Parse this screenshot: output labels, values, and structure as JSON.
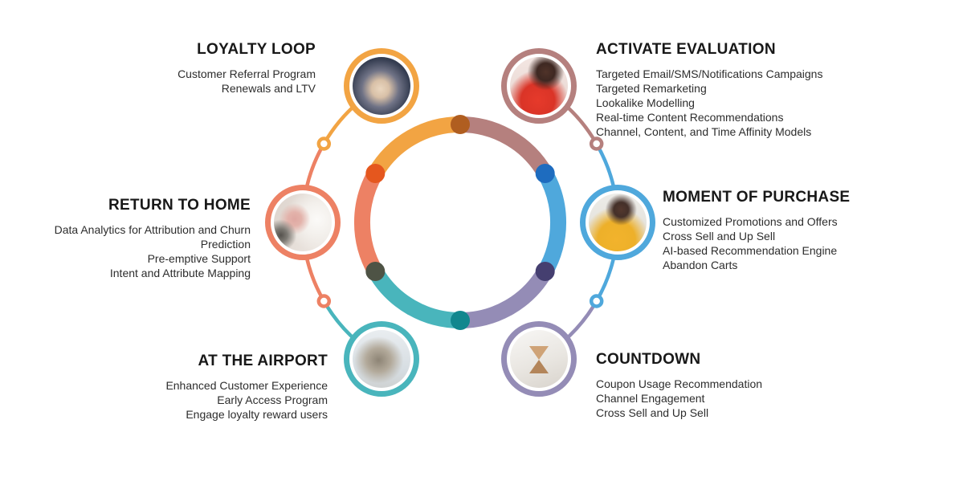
{
  "colors": {
    "orange": "#F2A443",
    "rose": "#B5807E",
    "blue": "#4FA8DC",
    "purple": "#948CB6",
    "teal": "#49B5BC",
    "salmon": "#ED8164",
    "dot_rust": "#B05E20",
    "dot_blue": "#1E6CBF",
    "dot_indigo": "#453F70",
    "dot_dark_teal": "#11878E",
    "dot_olive": "#4E5345",
    "dot_orange_red": "#E5571E"
  },
  "stages": [
    {
      "title": "LOYALTY LOOP",
      "color": "#F2A443",
      "photo": "handshake-photo",
      "items": [
        "Customer Referral Program",
        "Renewals and LTV"
      ]
    },
    {
      "title": "ACTIVATE EVALUATION",
      "color": "#B5807E",
      "photo": "woman-at-laptop-photo",
      "items": [
        "Targeted Email/SMS/Notifications Campaigns",
        "Targeted Remarketing",
        "Lookalike Modelling",
        "Real-time Content Recommendations",
        "Channel, Content, and Time Affinity Models"
      ]
    },
    {
      "title": "MOMENT OF PURCHASE",
      "color": "#4FA8DC",
      "photo": "woman-shopping-photo",
      "items": [
        "Customized Promotions and Offers",
        "Cross Sell and Up Sell",
        "AI-based Recommendation Engine",
        "Abandon Carts"
      ]
    },
    {
      "title": "COUNTDOWN",
      "color": "#948CB6",
      "photo": "hourglass-photo",
      "items": [
        "Coupon Usage Recommendation",
        "Channel Engagement",
        "Cross Sell and Up Sell"
      ]
    },
    {
      "title": "AT THE AIRPORT",
      "color": "#49B5BC",
      "photo": "airport-traveler-photo",
      "items": [
        "Enhanced Customer Experience",
        "Early Access Program",
        "Engage loyalty reward users"
      ]
    },
    {
      "title": "RETURN TO HOME",
      "color": "#ED8164",
      "photo": "person-in-bed-photo",
      "items": [
        "Data Analytics for Attribution and Churn\nPrediction",
        "Pre-emptive Support",
        "Intent and Attribute Mapping"
      ]
    }
  ]
}
